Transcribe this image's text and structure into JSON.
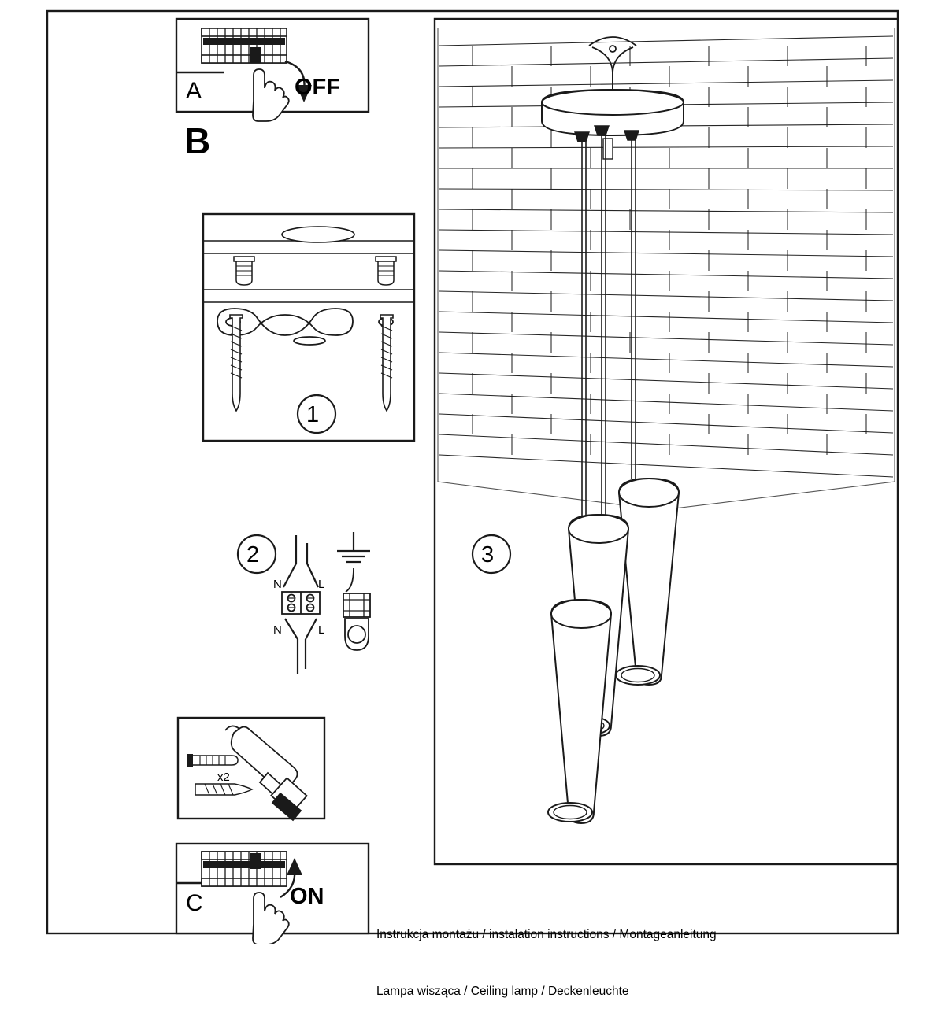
{
  "document": {
    "kind": "assembly-instruction-sheet",
    "background_color": "#ffffff",
    "line_color": "#1a1a1a"
  },
  "steps": {
    "panel_a": {
      "letter": "A",
      "action_label": "OFF",
      "icon": "fuse-box-switch-off-icon",
      "hand_icon": "pointing-hand-icon",
      "arrow_icon": "curved-arrow-down-icon"
    },
    "panel_b": {
      "letter": "B"
    },
    "panel_c": {
      "letter": "C",
      "action_label": "ON",
      "icon": "fuse-box-switch-on-icon",
      "hand_icon": "pointing-hand-icon",
      "arrow_icon": "curved-arrow-up-icon"
    },
    "step1": {
      "number": "1",
      "icon": "ceiling-bracket-mounting-icon"
    },
    "step2": {
      "number": "2",
      "icon": "terminal-block-wiring-icon",
      "terminal_labels": {
        "top_left": "N",
        "top_right": "L",
        "bottom_left": "N",
        "bottom_right": "L"
      },
      "earth_symbol": "earth-ground-icon"
    },
    "step3": {
      "number": "3",
      "icon": "pendant-lamp-assembly-icon",
      "lamp_tube_count": 3
    },
    "tools": {
      "quantity_label": "x2",
      "icons": [
        "wall-plug-icon",
        "wood-screw-icon",
        "cordless-drill-icon"
      ]
    }
  },
  "caption": {
    "line1": "Instrukcja montażu / instalation instructions / Montageanleitung",
    "line2": "Lampa wisząca / Ceiling lamp / Deckenleuchte"
  }
}
